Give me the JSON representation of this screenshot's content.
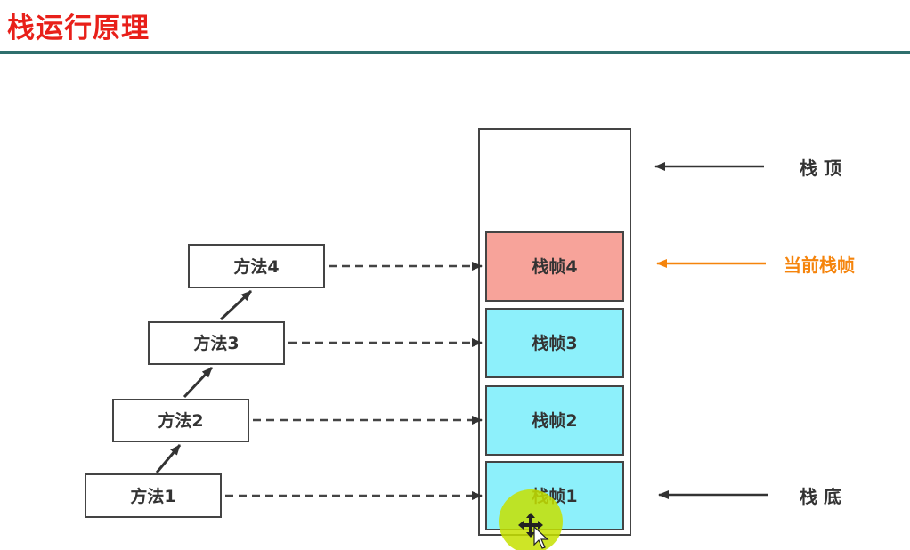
{
  "title": "栈运行原理",
  "methods": [
    {
      "label": "方法1"
    },
    {
      "label": "方法2"
    },
    {
      "label": "方法3"
    },
    {
      "label": "方法4"
    }
  ],
  "frames": [
    {
      "label": "栈帧1",
      "color": "#8df0fb"
    },
    {
      "label": "栈帧2",
      "color": "#8df0fb"
    },
    {
      "label": "栈帧3",
      "color": "#8df0fb"
    },
    {
      "label": "栈帧4",
      "color": "#f7a39a"
    }
  ],
  "pointers": {
    "top": {
      "label": "栈 顶",
      "color": "#333333"
    },
    "current": {
      "label": "当前栈帧",
      "color": "#f5840c"
    },
    "bottom": {
      "label": "栈 底",
      "color": "#333333"
    }
  },
  "cursor_icon": "move-cursor-icon"
}
